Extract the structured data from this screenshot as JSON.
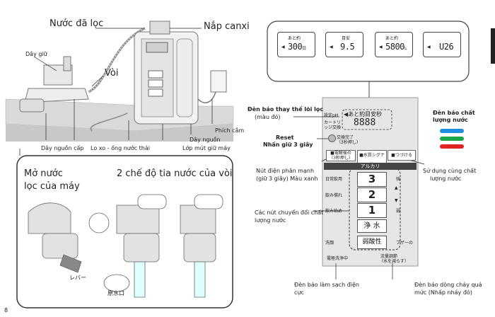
{
  "left": {
    "label_filtered_water": "Nước đã lọc",
    "label_calcium_cap": "Nắp canxi",
    "label_strap": "Dây giữ",
    "label_faucet": "Vòi",
    "label_power_cord": "Dây nguồn cấp",
    "label_drain_hose": "Lo xo - ống nước thải",
    "label_power_cable": "Dây nguồn",
    "label_plug": "Phích cắm",
    "label_foam_layer": "Lớp mút giữ máy",
    "inset_title_line1": "Mở nước",
    "inset_title_line2": "lọc của máy",
    "inset_subtitle": "2 chế độ tia nước của vòi",
    "lever_jp": "レバー",
    "outlet_jp": "原水口",
    "page_number": "8"
  },
  "lcd": [
    {
      "caption": "あと約",
      "value": "300",
      "unit": "日"
    },
    {
      "caption": "目安",
      "value": "9.5",
      "unit": ""
    },
    {
      "caption": "あと約",
      "value": "5800",
      "unit": "L"
    },
    {
      "caption": "",
      "value": "U26",
      "unit": ""
    }
  ],
  "panel": {
    "ph_label": "設定pH",
    "cartridge_label": "カートリッジ交換",
    "big_value": "8888",
    "top_display": "あと約目安秒",
    "reset_label": "交換完了",
    "reset_sub": "（3秒押し）",
    "btn_electrolysis": "電解後の",
    "btn_electrolysis_sub": "（3秒押し）",
    "btn_water_signal": "水質シグナル",
    "btn_continue": "つづける",
    "alkali": "アルカリ",
    "rows": [
      {
        "left": "日常飲用",
        "num": "3",
        "right": "強"
      },
      {
        "left": "飲み慣れ",
        "num": "2",
        "right": ""
      },
      {
        "left": "飲み始め",
        "num": "1",
        "right": "弱"
      }
    ],
    "purified": "浄 水",
    "weak_acid": "弱酸性",
    "wash_label": "洗顔",
    "buzzer": "ブザーの",
    "bottom_left": "電極洗浄中",
    "bottom_right": "流量調節",
    "bottom_right_sub": "（水を減らす）"
  },
  "right_labels": {
    "filter_replace": "Đèn báo thay thế lõi lọc",
    "filter_replace_sub": "(màu đỏ)",
    "reset_title": "Reset",
    "reset_sub": "Nhấn giữ 3 giây",
    "quality_indicator": "Đèn báo chất",
    "quality_indicator_2": "lượng nước",
    "electrolysis_btn": "Nút điện phân mạnh",
    "electrolysis_btn_2": "(giữ 3 giây) Màu xanh",
    "same_quality": "Sử dụng cùng chất",
    "same_quality_2": "lượng nước",
    "switch_buttons": "Các nút chuyển đổi chất",
    "switch_buttons_2": "lượng nước",
    "clean_electrode": "Đèn báo làm sạch điện",
    "clean_electrode_2": "cực",
    "overflow": "Đèn báo dòng chảy quá",
    "overflow_2": "mức (Nhấp nháy đỏ)"
  },
  "colors": {
    "blue": "#1f8ee0",
    "green": "#1aa64a",
    "red": "#e02424",
    "panel_bg": "#e6e6e6"
  }
}
